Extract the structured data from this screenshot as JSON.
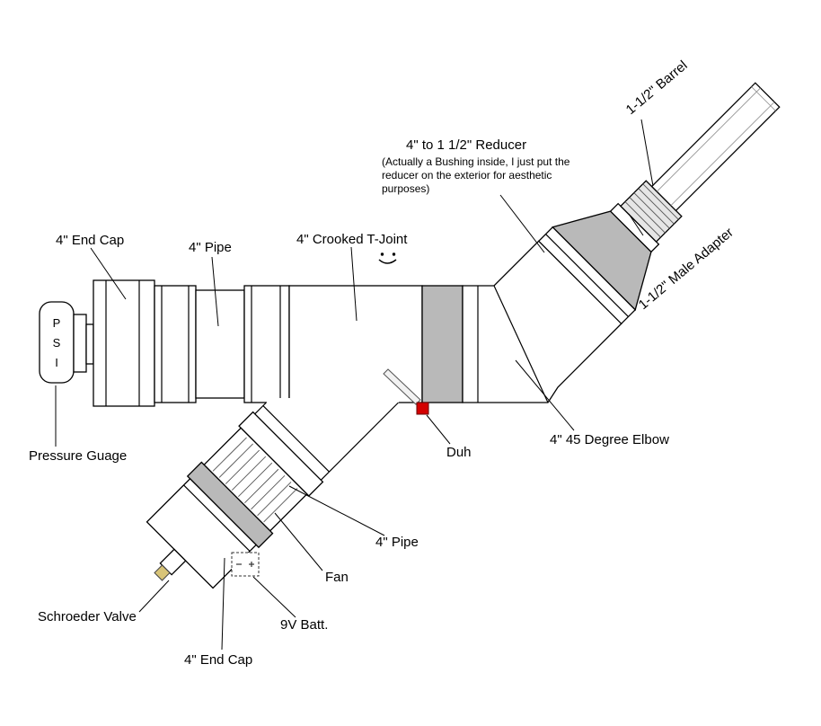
{
  "labels": {
    "barrel": "1-1/2\" Barrel",
    "reducer_title": "4\" to 1 1/2\" Reducer",
    "reducer_note_lines": [
      "(Actually a Bushing inside, I just put the",
      "reducer on the exterior for aesthetic",
      "purposes)"
    ],
    "male_adapter": "1-1/2\" Male Adapter",
    "end_cap_top": "4\" End Cap",
    "pipe_top": "4\" Pipe",
    "t_joint": "4\" Crooked T-Joint",
    "pressure_gauge": "Pressure Guage",
    "duh": "Duh",
    "elbow_45": "4\" 45 Degree Elbow",
    "pipe_lower": "4\" Pipe",
    "fan": "Fan",
    "battery": "9V Batt.",
    "schroeder_valve": "Schroeder Valve",
    "end_cap_bottom": "4\" End Cap"
  },
  "gauge": {
    "letters": [
      "P",
      "S",
      "I"
    ]
  },
  "icons": {
    "smiley_face": "hand-drawn smiley doodle (two dots and smile arc)",
    "battery_polarity": "minus / plus terminal marks"
  },
  "colors": {
    "outline": "#000000",
    "fitting_gray": "#b9b9b9",
    "adapter_light": "#e6e6e6",
    "igniter_red": "#d40000",
    "valve_tip_tan": "#d8c478",
    "background": "#ffffff"
  }
}
